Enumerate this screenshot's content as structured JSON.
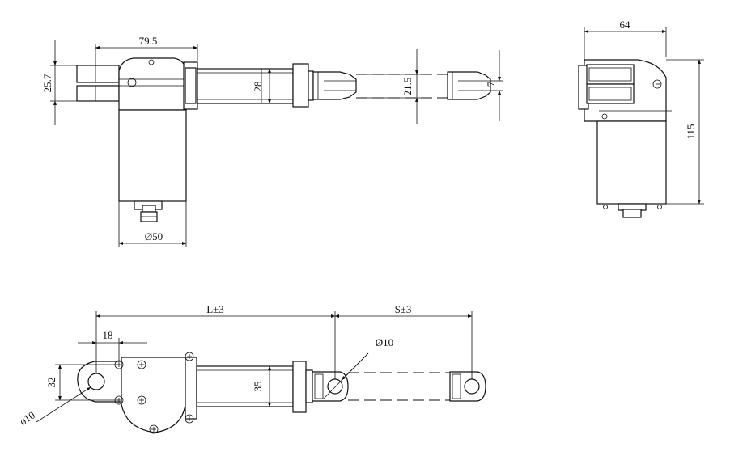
{
  "drawing": {
    "side_view": {
      "body_length": "79.5",
      "clevis_height": "25.7",
      "tube_diameter": "28",
      "rod_diameter": "21.5",
      "slot_width": "7",
      "motor_diameter": "Ø50"
    },
    "end_view": {
      "width": "64",
      "height": "115"
    },
    "bottom_view": {
      "stroke_label": "S±3",
      "length_label": "L±3",
      "pin_hole": "Ø10",
      "offset": "18",
      "clevis_height": "32",
      "hole_label": "ø10",
      "tube_height": "35"
    }
  }
}
